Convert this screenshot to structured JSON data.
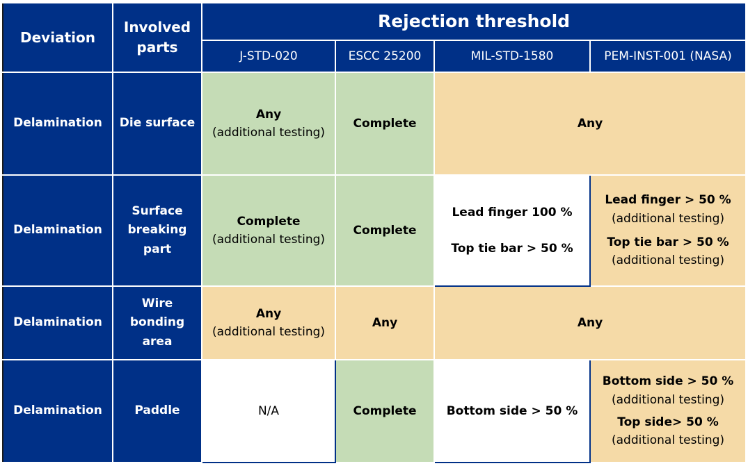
{
  "header": {
    "deviation": "Deviation",
    "involved_parts": "Involved parts",
    "rejection_threshold": "Rejection threshold",
    "standards": [
      "J-STD-020",
      "ESCC 25200",
      "MIL-STD-1580",
      "PEM-INST-001 (NASA)"
    ]
  },
  "rows": [
    {
      "deviation": "Delamination",
      "part": "Die surface",
      "jstd_main": "Any",
      "jstd_note": "(additional testing)",
      "escc": "Complete",
      "mil_pem_merged": "Any"
    },
    {
      "deviation": "Delamination",
      "part": "Surface breaking part",
      "jstd_main": "Complete",
      "jstd_note": "(additional testing)",
      "escc": "Complete",
      "mil_line1": "Lead finger 100 %",
      "mil_line2": "Top tie bar > 50 %",
      "pem_line1": "Lead finger > 50 %",
      "pem_note1": "(additional testing)",
      "pem_line2": "Top tie bar > 50 %",
      "pem_note2": "(additional testing)"
    },
    {
      "deviation": "Delamination",
      "part": "Wire bonding area",
      "jstd_main": "Any",
      "jstd_note": "(additional testing)",
      "escc": "Any",
      "mil_pem_merged": "Any"
    },
    {
      "deviation": "Delamination",
      "part": "Paddle",
      "jstd_main": "N/A",
      "escc": "Complete",
      "mil_line1": "Bottom side > 50 %",
      "pem_line1": "Bottom side > 50 %",
      "pem_note1": "(additional testing)",
      "pem_line2": "Top side> 50 %",
      "pem_note2": "(additional testing)"
    }
  ],
  "colors": {
    "navy": "#003087",
    "green": "#c5dcb6",
    "tan": "#f5daa7",
    "white": "#ffffff"
  }
}
